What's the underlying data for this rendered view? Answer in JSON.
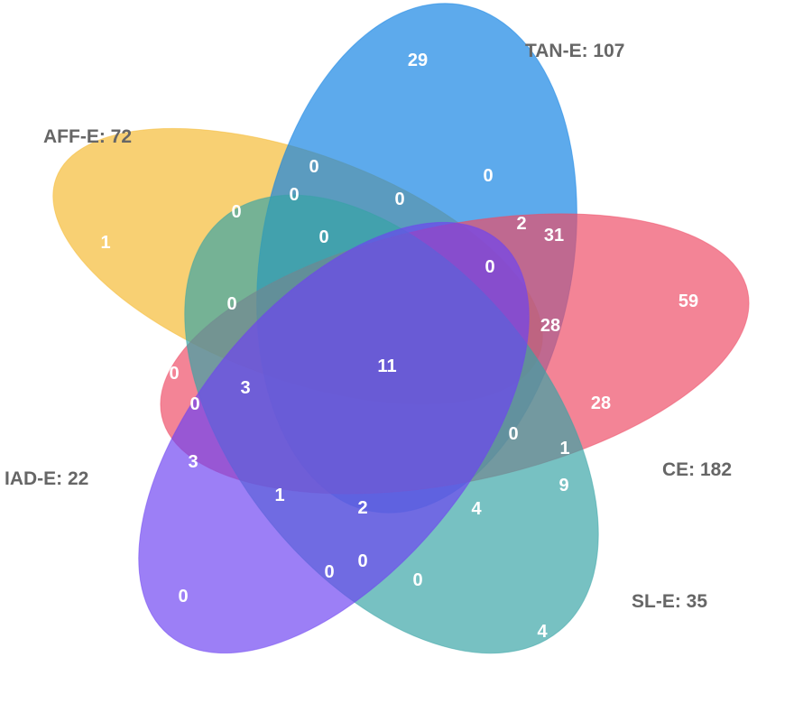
{
  "chart_data": {
    "type": "venn",
    "sets": [
      {
        "id": "aff",
        "name": "AFF-E",
        "size": 72,
        "label": "AFF-E: 72",
        "color": "#f5b931"
      },
      {
        "id": "tan",
        "name": "TAN-E",
        "size": 107,
        "label": "TAN-E: 107",
        "color": "#1082e3"
      },
      {
        "id": "ce",
        "name": "CE",
        "size": 182,
        "label": "CE: 182",
        "color": "#ee4a64"
      },
      {
        "id": "sl",
        "name": "SL-E",
        "size": 35,
        "label": "SL-E: 35",
        "color": "#36a3a5"
      },
      {
        "id": "iad",
        "name": "IAD-E",
        "size": 22,
        "label": "IAD-E: 22",
        "color": "#6d43f2"
      }
    ],
    "regions": [
      {
        "sets": [
          "tan"
        ],
        "value": "29"
      },
      {
        "sets": [
          "aff"
        ],
        "value": "1"
      },
      {
        "sets": [
          "ce"
        ],
        "value": "59"
      },
      {
        "sets": [
          "sl"
        ],
        "value": "4"
      },
      {
        "sets": [
          "iad"
        ],
        "value": "0"
      },
      {
        "sets": [
          "aff",
          "tan"
        ],
        "value": "0"
      },
      {
        "sets": [
          "aff",
          "tan",
          "iad"
        ],
        "value": "0"
      },
      {
        "sets": [
          "aff",
          "iad"
        ],
        "value": "0"
      },
      {
        "sets": [
          "aff",
          "tan",
          "iad",
          "sl"
        ],
        "value": "0"
      },
      {
        "sets": [
          "tan",
          "sl"
        ],
        "value": "0"
      },
      {
        "sets": [
          "tan",
          "ce",
          "sl"
        ],
        "value": "2"
      },
      {
        "sets": [
          "tan",
          "ce"
        ],
        "value": "31"
      },
      {
        "sets": [
          "aff",
          "tan",
          "iad",
          "ce"
        ],
        "value": "0"
      },
      {
        "sets": [
          "tan",
          "ce",
          "sl",
          "aff"
        ],
        "value": "0"
      },
      {
        "sets": [
          "aff",
          "iad",
          "ce"
        ],
        "value": "0"
      },
      {
        "sets": [
          "tan",
          "ce",
          "sl",
          "iad"
        ],
        "value": "28"
      },
      {
        "sets": [
          "all"
        ],
        "value": "11"
      },
      {
        "sets": [
          "ce",
          "sl"
        ],
        "value": "28"
      },
      {
        "sets": [
          "aff",
          "ce"
        ],
        "value": "0"
      },
      {
        "sets": [
          "aff",
          "iad",
          "ce",
          "tan-edge"
        ],
        "value": "0"
      },
      {
        "sets": [
          "aff",
          "ce",
          "iad",
          "sl"
        ],
        "value": "3"
      },
      {
        "sets": [
          "aff",
          "tan",
          "ce",
          "sl"
        ],
        "value": "0"
      },
      {
        "sets": [
          "ce",
          "sl",
          "tan-edge"
        ],
        "value": "1"
      },
      {
        "sets": [
          "ce",
          "iad"
        ],
        "value": "3"
      },
      {
        "sets": [
          "ce",
          "iad",
          "sl-edge"
        ],
        "value": "1"
      },
      {
        "sets": [
          "ce",
          "iad",
          "sl",
          "tan"
        ],
        "value": "2"
      },
      {
        "sets": [
          "ce",
          "sl",
          "tan-low"
        ],
        "value": "4"
      },
      {
        "sets": [
          "ce",
          "sl-edge2"
        ],
        "value": "9"
      },
      {
        "sets": [
          "iad",
          "sl"
        ],
        "value": "0"
      },
      {
        "sets": [
          "iad",
          "sl",
          "tan"
        ],
        "value": "0"
      },
      {
        "sets": [
          "sl",
          "tan"
        ],
        "value": "0"
      }
    ]
  }
}
